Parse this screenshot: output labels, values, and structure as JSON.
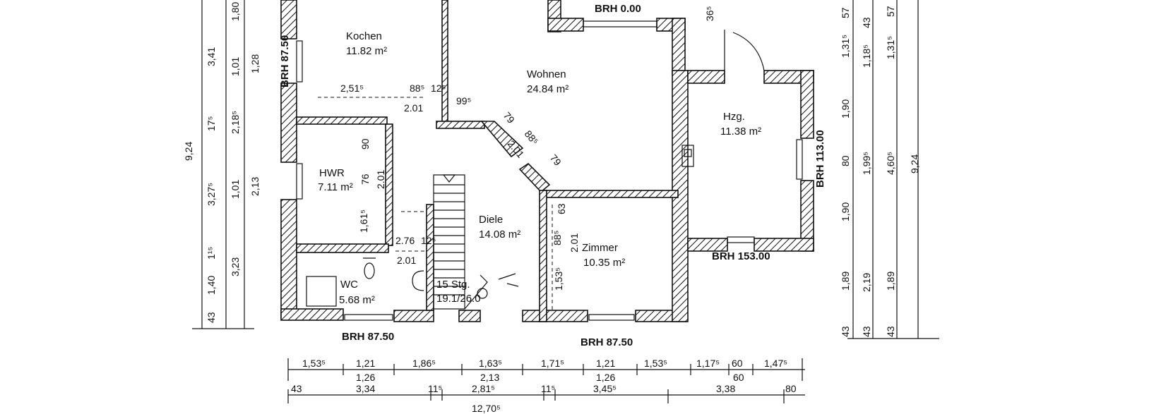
{
  "rooms": {
    "kochen": {
      "name": "Kochen",
      "area": "11.82 m²"
    },
    "wohnen": {
      "name": "Wohnen",
      "area": "24.84 m²"
    },
    "hzg": {
      "name": "Hzg.",
      "area": "11.38 m²"
    },
    "hwr": {
      "name": "HWR",
      "area": "7.11 m²"
    },
    "diele": {
      "name": "Diele",
      "area": "14.08 m²"
    },
    "zimmer": {
      "name": "Zimmer",
      "area": "10.35 m²"
    },
    "wc": {
      "name": "WC",
      "area": "5.68 m²"
    }
  },
  "stairs": {
    "steps": "15 Stg.",
    "ratio": "19.1/26.0"
  },
  "brh": {
    "top": "BRH 0.00",
    "kochen_left": "BRH 87.50",
    "hzg_right": "BRH 113.00",
    "hzg_bottom": "BRH 153.00",
    "wc_bottom": "BRH 87.50",
    "zimmer_bottom": "BRH 87.50"
  },
  "inner_dims": {
    "kochen_w": "2,51⁵",
    "k1": "88⁵",
    "k2": "12⁵",
    "door_k": "2.01",
    "w_99": "99⁵",
    "diag_79a": "79",
    "diag_885": "88⁵",
    "diag_201": "2.01",
    "diag_79b": "79",
    "top_365": "36⁵",
    "hwr_90": "90",
    "hwr_76": "76",
    "hwr_201": "2.01",
    "hwr_1615": "1,61⁵",
    "d_276": "2.76",
    "d_125": "12⁵",
    "d_201": "2.01",
    "z_63": "63",
    "z_885": "88⁵",
    "z_201": "2.01",
    "z_1535": "1,53⁵"
  },
  "left_dims": {
    "total": "9,24",
    "col1": [
      "43",
      "1,40",
      "1¹⁵",
      "3,27⁵",
      "17⁵",
      "3,41"
    ],
    "col2": [
      "3,23",
      "1,01",
      "2,18⁵",
      "1,01",
      "1,80"
    ],
    "col3": [
      "2,13",
      "1,28"
    ]
  },
  "right_dims": {
    "col1": [
      "43",
      "1,89",
      "1,90",
      "80",
      "1,90",
      "1,31⁵",
      "57"
    ],
    "col2": [
      "43",
      "2,19",
      "1,99⁵",
      "1,18⁵",
      "43"
    ],
    "col3": [
      "43",
      "1,89",
      "4,60⁵",
      "1,31⁵",
      "57"
    ],
    "col4": [
      "9,24"
    ]
  },
  "bottom_dims": {
    "row1": [
      "1,53⁵",
      "1,21",
      "1,86⁵",
      "1,63⁵",
      "1,71⁵",
      "1,21",
      "1,53⁵",
      "1,17⁵",
      "60",
      "1,47⁵"
    ],
    "row1b": [
      "1,26",
      "2,13",
      "1,26",
      "60"
    ],
    "row2": [
      "43",
      "3,34",
      "11⁵",
      "2,81⁵",
      "11⁵",
      "3,45⁵",
      "3,38",
      "80"
    ],
    "total": "12,70⁵"
  }
}
